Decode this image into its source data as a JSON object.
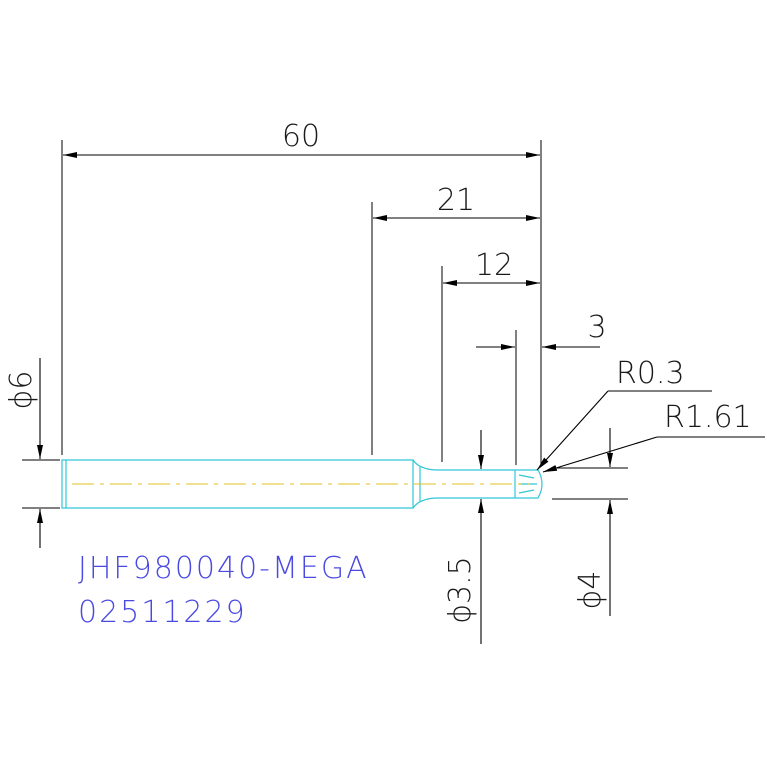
{
  "drawing": {
    "dimensions": {
      "overall_length": "60",
      "neck_length": "21",
      "reduced_length": "12",
      "flute_length": "3",
      "corner_radius": "R0.3",
      "ball_radius": "R1.61",
      "shank_diameter": "ϕ6",
      "neck_diameter": "ϕ3.5",
      "cutter_diameter": "ϕ4"
    },
    "part_number": "JHF980040-MEGA",
    "serial_number": "02511229",
    "colors": {
      "tool_outline": "#33c6d6",
      "center_line": "#e0c020",
      "label_text": "#4a4ae0",
      "dimension_lines": "#000000"
    }
  }
}
